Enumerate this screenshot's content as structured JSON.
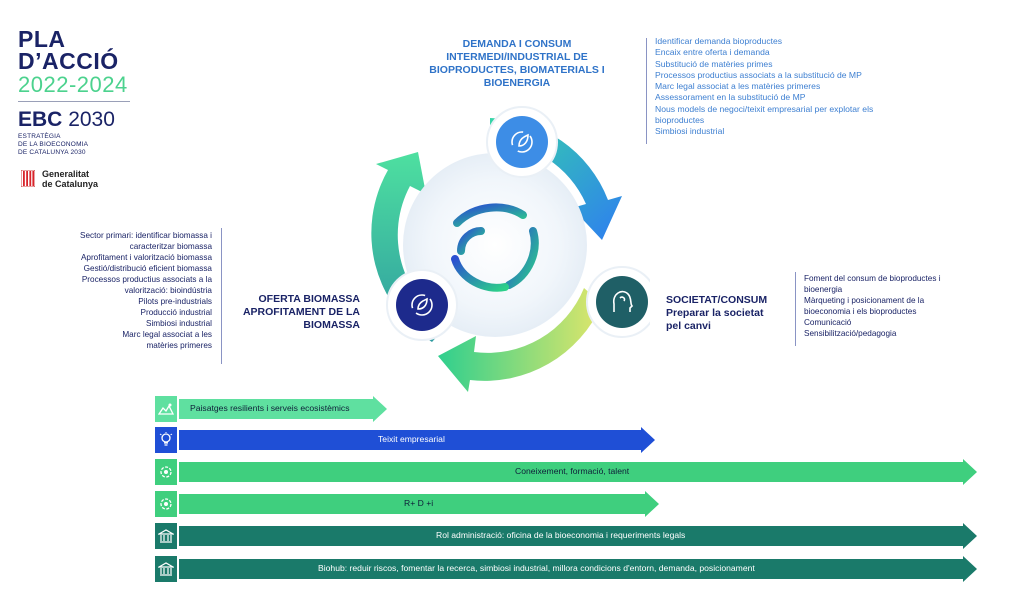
{
  "logo": {
    "title_line1": "PLA",
    "title_line2": "D’ACCIÓ",
    "years": "2022-2024",
    "ebc_bold": "EBC",
    "ebc_year": "2030",
    "desc_line1": "ESTRATÈGIA",
    "desc_line2": "DE LA BIOECONOMIA",
    "desc_line3": "DE CATALUNYA 2030",
    "gov_line1": "Generalitat",
    "gov_line2": "de Catalunya"
  },
  "demand": {
    "title_lines": [
      "DEMANDA I CONSUM",
      "INTERMEDI/INDUSTRIAL DE",
      "BIOPRODUCTES, BIOMATERIALS I",
      "BIOENERGIA"
    ],
    "items": [
      "Identificar demanda bioproductes",
      "Encaix entre oferta i demanda",
      "Substitució de matèries primes",
      "Processos productius associats a la substitució de MP",
      "Marc legal associat a les matèries primeres",
      "Assessorament en la substitució de MP",
      "Nous models de negoci/teixit empresarial per explotar els",
      "bioproductes",
      "Simbiosi industrial"
    ]
  },
  "supply": {
    "title_lines": [
      "OFERTA BIOMASSA",
      "APROFITAMENT DE LA",
      "BIOMASSA"
    ],
    "items": [
      "Sector primari: identificar biomassa i",
      "caracteritzar biomassa",
      "Aprofitament i valorització biomassa",
      "Gestió/distribució eficient biomassa",
      "Processos productius associats a la",
      "valorització: bioindústria",
      "Pilots pre-industrials",
      "Producció industrial",
      "Simbiosi industrial",
      "Marc legal associat a les",
      "matèries primeres"
    ]
  },
  "society": {
    "title_lines": [
      "SOCIETAT/CONSUM",
      "Preparar la societat",
      "pel canvi"
    ],
    "items": [
      "Foment del consum de bioproductes i",
      "bioenergia",
      "Màrqueting i posicionament de la",
      "bioeconomia i els bioproductes",
      "Comunicació",
      "Sensibilització/pedagogia"
    ]
  },
  "bars": [
    {
      "label": "Paisatges resilients i serveis ecosistèmics",
      "color": "#5fe0a0",
      "icon": "landscape-icon"
    },
    {
      "label": "Teixit empresarial",
      "color": "#1f4fd6",
      "icon": "lightbulb-icon"
    },
    {
      "label": "Coneixement, formació, talent",
      "color": "#3fcf7e",
      "icon": "gear-cycle-icon"
    },
    {
      "label": "R+ D +i",
      "color": "#3fcf7e",
      "icon": "gear-cycle-icon"
    },
    {
      "label": "Rol administració: oficina de la bioeconomia i requeriments legals",
      "color": "#1a7a6a",
      "icon": "building-icon"
    },
    {
      "label": "Biohub: reduir riscos, fomentar la recerca, simbiosi industrial, millora condicions d'entorn, demanda, posicionament",
      "color": "#1a7a6a",
      "icon": "building-icon"
    }
  ],
  "colors": {
    "navy": "#1a2366",
    "brand_green": "#4cd28e",
    "blue_accent": "#2f73c8"
  }
}
